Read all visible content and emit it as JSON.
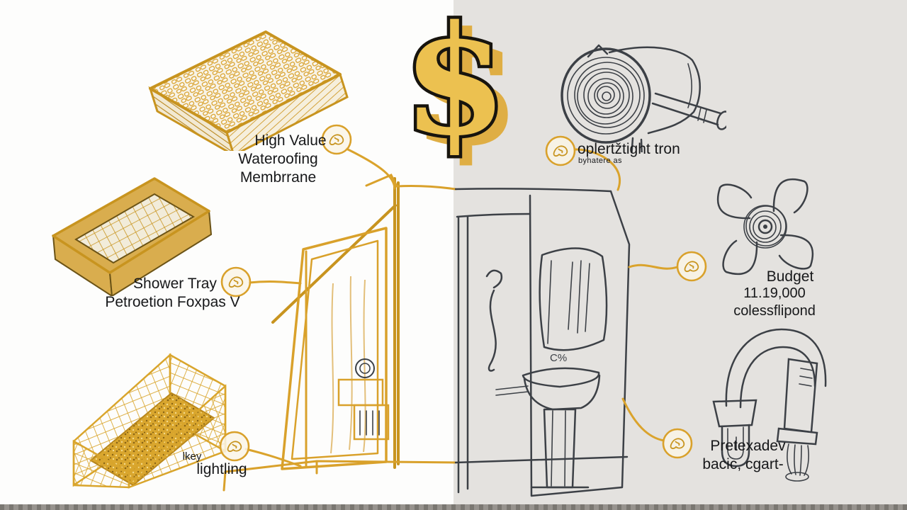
{
  "dollar": {
    "symbol": "$"
  },
  "labels": {
    "membrane": {
      "line1": "High Value",
      "line2": "Wateroofing Membrrane"
    },
    "tray": {
      "line1": "Shower Tray",
      "line2": "Petroetion Foxpas V"
    },
    "lighting": {
      "line1": "lkey",
      "line2": "lightling"
    },
    "heater": {
      "line1": "oplertžtight tron",
      "line2": "byhatere as"
    },
    "fan": {
      "line1": "Budget",
      "line2": "11.19,000 colessflipond"
    },
    "shower_hose": {
      "line1": "Pretexadev",
      "line2": "bacic, cgart-"
    },
    "sink_mark": "C%"
  },
  "colors": {
    "accent_gold": "#d9a12b",
    "gold_fill": "#e9bb4f",
    "sketch_dark": "#3c4046",
    "background_left": "#fdfdfc",
    "background_right": "#e4e2df",
    "text": "#17181a"
  }
}
